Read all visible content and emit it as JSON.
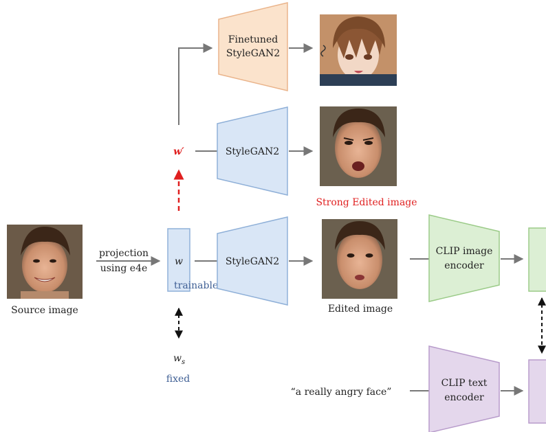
{
  "colors": {
    "stylegan_fill": "#d9e6f6",
    "stylegan_stroke": "#8fb0d8",
    "finetuned_fill": "#fbe3cc",
    "finetuned_stroke": "#eab48b",
    "clip_image_fill": "#dcefd4",
    "clip_image_stroke": "#9bcb88",
    "clip_text_fill": "#e4d7ec",
    "clip_text_stroke": "#b89ccb",
    "arrow": "#777777",
    "accent_red": "#e02020",
    "accent_blue": "#3f5f94"
  },
  "source": {
    "label": "Source image"
  },
  "projection": {
    "line1": "projection",
    "line2": "using e4e"
  },
  "latent": {
    "w_label": "w",
    "trainable_label": "trainable",
    "ws_label": "w",
    "ws_sub": "s",
    "fixed_label": "fixed",
    "wprime_label": "w′"
  },
  "generators": {
    "finetuned_line1": "Finetuned",
    "finetuned_line2": "StyleGAN2",
    "mid": "StyleGAN2",
    "low": "StyleGAN2"
  },
  "outputs": {
    "strong_label": "Strong Edited image",
    "edited_label": "Edited image"
  },
  "clip": {
    "image_line1": "CLIP image",
    "image_line2": "encoder",
    "text_line1": "CLIP text",
    "text_line2": "encoder"
  },
  "prompt": {
    "text": "“a really angry face”"
  }
}
